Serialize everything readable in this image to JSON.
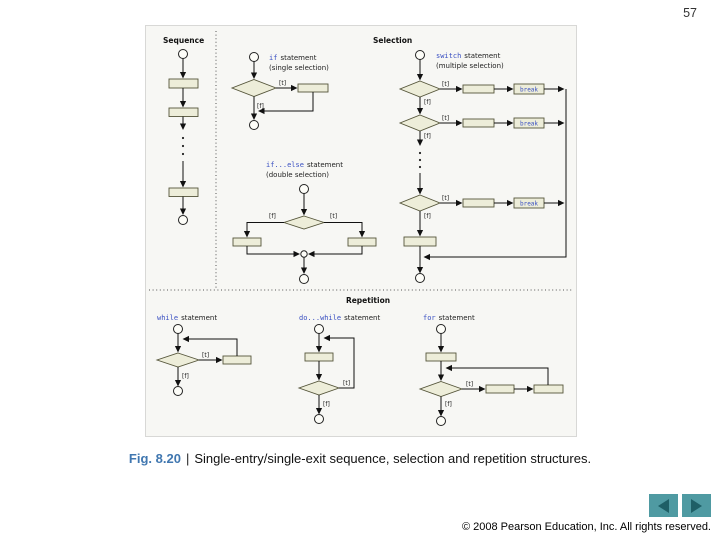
{
  "page": {
    "number": "57"
  },
  "colors": {
    "code_blue": "#3a50c2",
    "caption_blue": "#4077b0",
    "nav_teal": "#4f9aa2",
    "nav_arrow_teal": "#1e5f66",
    "shape_fill": "#ededd9",
    "panel_bg": "#f7f7f4"
  },
  "figure": {
    "sections": {
      "sequence": "Sequence",
      "selection": "Selection",
      "repetition": "Repetition"
    },
    "labels": {
      "t": "[t]",
      "f": "[f]",
      "break": "break"
    },
    "statements": {
      "if": {
        "keyword": "if",
        "rest": "statement",
        "sub": "(single selection)"
      },
      "ifelse": {
        "keyword": "if...else",
        "rest": "statement",
        "sub": "(double selection)"
      },
      "switch": {
        "keyword": "switch",
        "rest": "statement",
        "sub": "(multiple selection)"
      },
      "while": {
        "keyword": "while",
        "rest": "statement"
      },
      "dowhile": {
        "keyword": "do...while",
        "rest": "statement"
      },
      "for": {
        "keyword": "for",
        "rest": "statement"
      }
    }
  },
  "caption": {
    "fig": "Fig. 8.20",
    "sep": "|",
    "text": "Single-entry/single-exit sequence, selection and repetition structures."
  },
  "nav": {
    "prev_icon": "left-arrow",
    "next_icon": "right-arrow"
  },
  "footer": {
    "copyright": "© 2008 Pearson Education, Inc.  All rights reserved."
  }
}
